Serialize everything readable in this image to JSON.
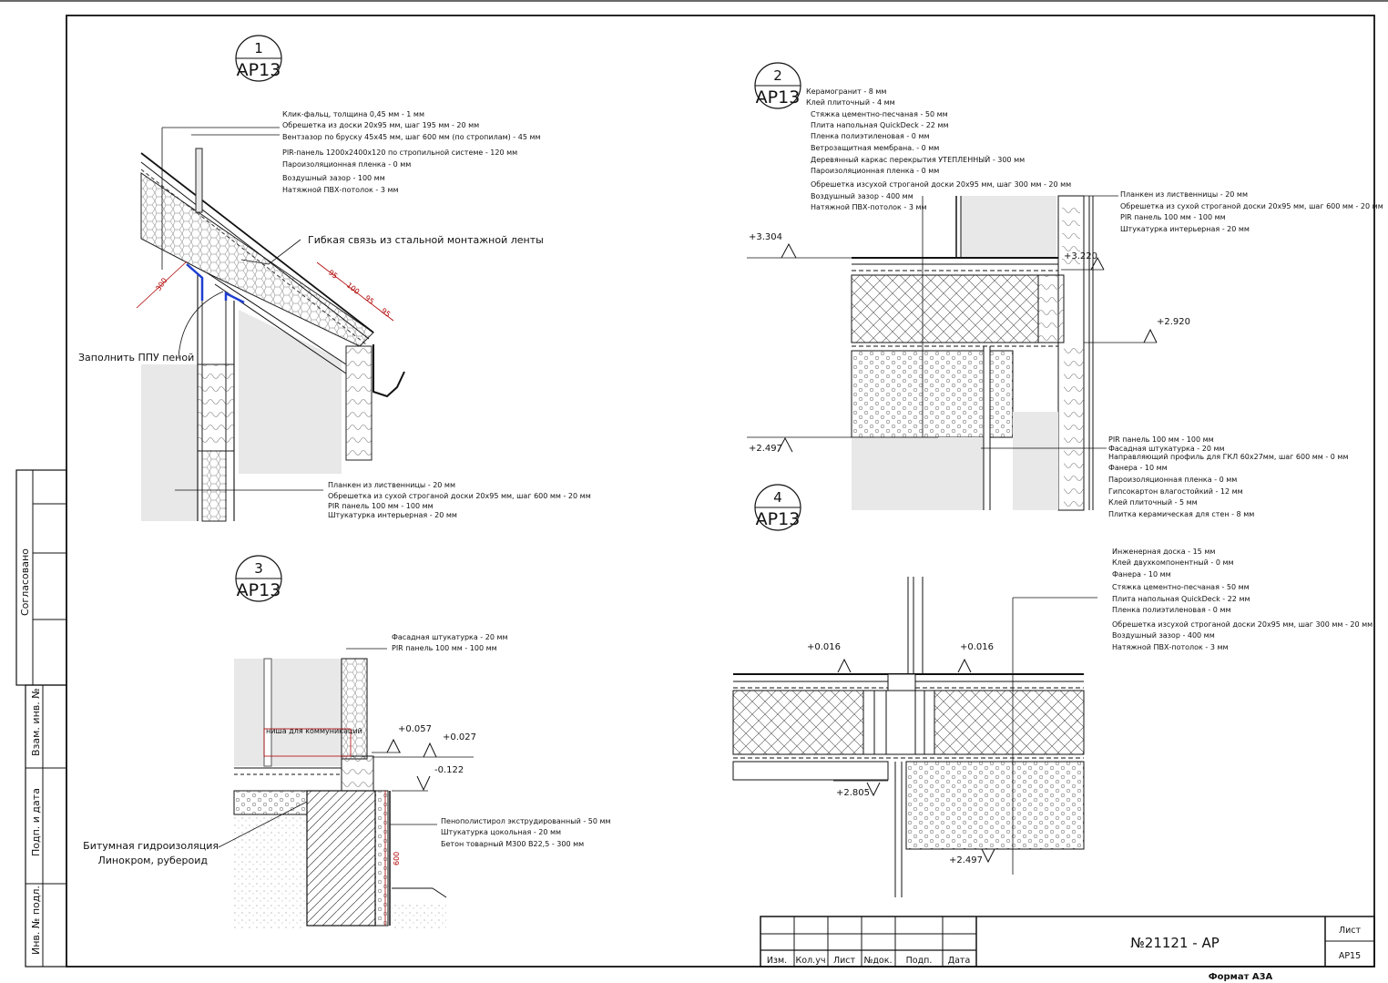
{
  "markers": [
    {
      "num": "1",
      "sheet": "АР13"
    },
    {
      "num": "2",
      "sheet": "АР13"
    },
    {
      "num": "3",
      "sheet": "АР13"
    },
    {
      "num": "4",
      "sheet": "АР13"
    }
  ],
  "detail1": {
    "roof_layers": [
      "Клик-фальц, толщина 0,45 мм - 1 мм",
      "Обрешетка из доски 20х95 мм, шаг 195 мм - 20 мм",
      "Вентзазор по бруску 45х45 мм, шаг 600 мм (по стропилам) - 45 мм",
      "PIR-панель 1200х2400х120 по стропильной системе - 120 мм",
      "Пароизоляционная пленка - 0 мм",
      "Воздушный зазор - 100 мм",
      "Натяжной ПВХ-потолок - 3 мм"
    ],
    "wall_layers": [
      "Планкен из лиственницы - 20 мм",
      "Обрешетка из сухой строганой доски 20х95 мм, шаг 600 мм - 20 мм",
      "PIR панель 100 мм - 100 мм",
      "Штукатурка интерьерная - 20 мм"
    ],
    "tie_note": "Гибкая связь из стальной монтажной ленты",
    "foam_note": "Заполнить ППУ пеной",
    "dims": [
      "300",
      "95",
      "100",
      "95",
      "95"
    ]
  },
  "detail2": {
    "floor_layers": [
      "Керамогранит - 8 мм",
      "Клей плиточный - 4 мм",
      "Стяжка цементно-песчаная - 50 мм",
      "Плита напольная QuickDeck - 22 мм",
      "Пленка полиэтиленовая - 0 мм",
      "Ветрозащитная мембрана. - 0 мм",
      "Деревянный каркас перекрытия УТЕПЛЕННЫЙ - 300 мм",
      "Пароизоляционная пленка - 0 мм",
      "Обрешетка изсухой строганой доски 20х95 мм, шаг 300 мм - 20 мм",
      "Воздушный зазор - 400 мм",
      "Натяжной ПВХ-потолок - 3 мм"
    ],
    "wall_layers": [
      "Планкен из лиственницы - 20 мм",
      "Обрешетка из сухой строганой доски 20х95 мм, шаг 600 мм - 20 мм",
      "PIR панель 100 мм - 100 мм",
      "Штукатурка интерьерная - 20 мм"
    ],
    "inner_wall_layers": [
      "PIR панель 100 мм - 100 мм",
      "Фасадная штукатурка - 20 мм",
      "Направляющий профиль для ГКЛ 60х27мм, шаг 600 мм - 0 мм",
      "Фанера - 10 мм",
      "Пароизоляционная пленка - 0 мм",
      "Гипсокартон влагостойкий - 12 мм",
      "Клей плиточный - 5 мм",
      "Плитка керамическая для стен - 8 мм"
    ],
    "levels": [
      "+3.304",
      "+3.220",
      "+2.920",
      "+2.497"
    ]
  },
  "detail3": {
    "wall_layers": [
      "Фасадная штукатурка - 20 мм",
      "PIR панель 100 мм - 100 мм"
    ],
    "plinth_layers": [
      "Пенополистирол экструдированный - 50 мм",
      "Штукатурка цокольная - 20 мм",
      "Бетон товарный М300 В22,5 - 300 мм"
    ],
    "niche": "ниша для коммуникаций",
    "bitumen": "Битумная гидроизоляция",
    "bitumen2": "Линокром, рубероид",
    "levels": [
      "+0.057",
      "+0.027",
      "-0.122"
    ],
    "dim": "600"
  },
  "detail4": {
    "floor_layers": [
      "Инженерная доска - 15 мм",
      "Клей двухкомпонентный - 0 мм",
      "Фанера - 10 мм",
      "Стяжка цементно-песчаная - 50 мм",
      "Плита напольная QuickDeck - 22 мм",
      "Пленка полиэтиленовая - 0 мм",
      "Обрешетка изсухой строганой доски 20х95 мм, шаг 300 мм - 20 мм",
      "Воздушный зазор - 400 мм",
      "Натяжной ПВХ-потолок - 3 мм"
    ],
    "levels": [
      "+0.016",
      "+0.016",
      "+2.805",
      "+2.497"
    ]
  },
  "side_stamp": [
    "Согласовано",
    "Взам. инв. №",
    "Подп. и дата",
    "Инв. № подл."
  ],
  "title_block": {
    "headers": [
      "Изм.",
      "Кол.уч",
      "Лист",
      "№док.",
      "Подп.",
      "Дата"
    ],
    "cipher": "№21121 - АР",
    "sheet_label": "Лист",
    "sheet_value": "АР15",
    "format": "Формат А3А"
  }
}
